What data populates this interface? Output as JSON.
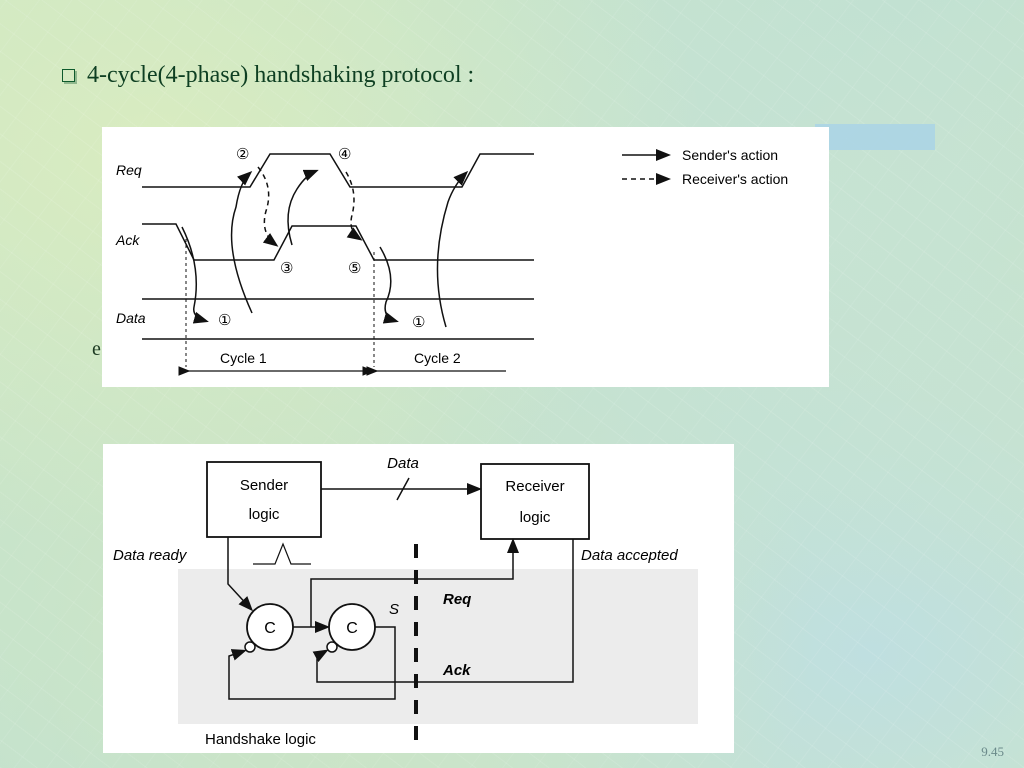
{
  "slide": {
    "title": "4-cycle(4-phase) handshaking protocol :",
    "stray_char": "e",
    "page_number": "9.45",
    "bullet_icon": "checkbox-bullet-icon"
  },
  "timing_diagram": {
    "signals": {
      "req": "Req",
      "ack": "Ack",
      "data": "Data"
    },
    "step_markers": [
      "①",
      "②",
      "③",
      "④",
      "⑤",
      "①"
    ],
    "cycles": [
      "Cycle 1",
      "Cycle 2"
    ],
    "legend": {
      "sender": "Sender's action",
      "receiver": "Receiver's action"
    }
  },
  "block_diagram": {
    "sender": [
      "Sender",
      "logic"
    ],
    "receiver": [
      "Receiver",
      "logic"
    ],
    "data_label": "Data",
    "data_ready": "Data ready",
    "data_accepted": "Data accepted",
    "celement": "C",
    "s_label": "S",
    "req_label": "Req",
    "ack_label": "Ack",
    "handshake": "Handshake logic"
  },
  "colors": {
    "title": "#0e3f22",
    "ink": "#111111",
    "band": "#a9d4e6"
  }
}
